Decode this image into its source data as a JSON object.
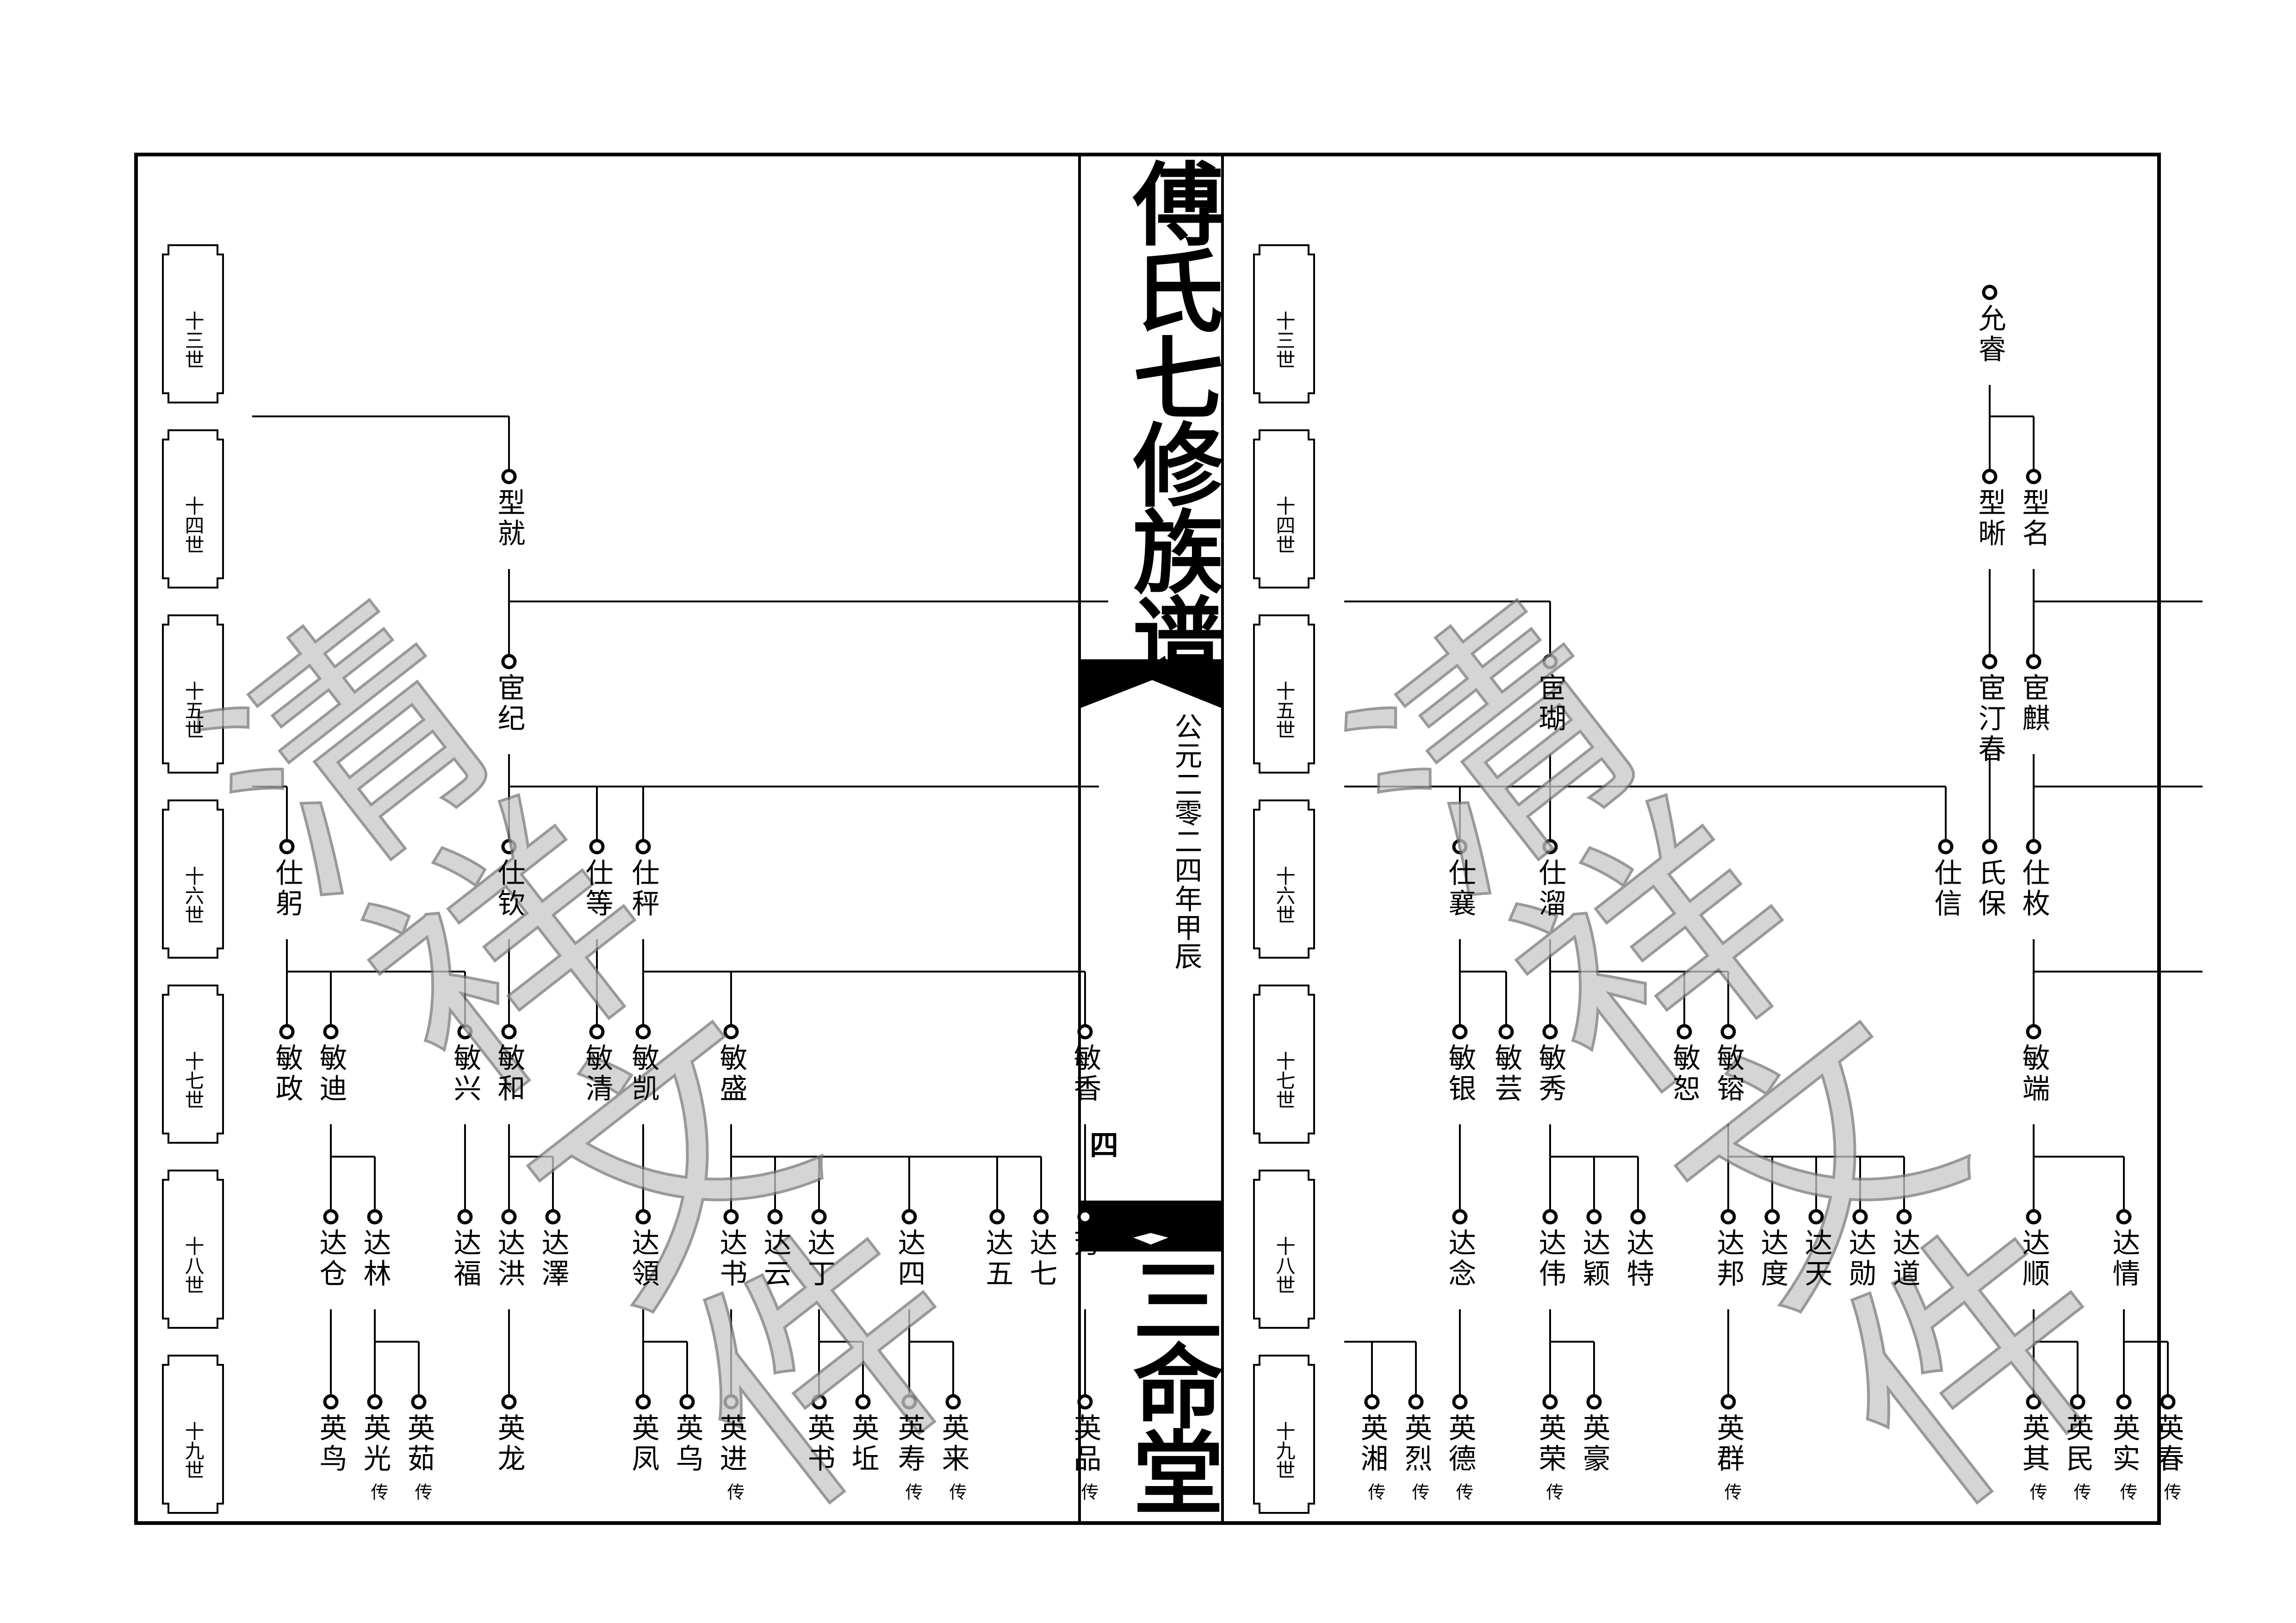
{
  "spine": {
    "title": "傅氏七修族谱",
    "date": "公元二零二四年甲辰",
    "page_number": "四",
    "hall": "三命堂"
  },
  "watermark": "清祥文件",
  "generations": [
    "十三世",
    "十四世",
    "十五世",
    "十六世",
    "十七世",
    "十八世",
    "十九世"
  ],
  "chuan_label": "传",
  "left_page": {
    "nodes": [
      {
        "id": "L14a",
        "name": "型就"
      },
      {
        "id": "L15a",
        "name": "宦纪"
      },
      {
        "id": "L16a",
        "name": "仕躬"
      },
      {
        "id": "L16b",
        "name": "仕钦"
      },
      {
        "id": "L16c",
        "name": "仕等"
      },
      {
        "id": "L16d",
        "name": "仕秤"
      },
      {
        "id": "L17a",
        "name": "敏政"
      },
      {
        "id": "L17b",
        "name": "敏迪"
      },
      {
        "id": "L17c",
        "name": "敏兴"
      },
      {
        "id": "L17d",
        "name": "敏和"
      },
      {
        "id": "L17e",
        "name": "敏清"
      },
      {
        "id": "L17f",
        "name": "敏凯"
      },
      {
        "id": "L17g",
        "name": "敏盛"
      },
      {
        "id": "L17h",
        "name": "敏香"
      },
      {
        "id": "L18a",
        "name": "达仓"
      },
      {
        "id": "L18b",
        "name": "达林"
      },
      {
        "id": "L18c",
        "name": "达福"
      },
      {
        "id": "L18d",
        "name": "达洪"
      },
      {
        "id": "L18e",
        "name": "达澤"
      },
      {
        "id": "L18f",
        "name": "达領"
      },
      {
        "id": "L18g",
        "name": "达书"
      },
      {
        "id": "L18h",
        "name": "达云"
      },
      {
        "id": "L18i",
        "name": "达丁"
      },
      {
        "id": "L18j",
        "name": "达四"
      },
      {
        "id": "L18k",
        "name": "达五"
      },
      {
        "id": "L18l",
        "name": "达七"
      },
      {
        "id": "L18m",
        "name": "芳"
      },
      {
        "id": "L19a",
        "name": "英鸟",
        "chuan": false
      },
      {
        "id": "L19b",
        "name": "英光",
        "chuan": true
      },
      {
        "id": "L19c",
        "name": "英茹",
        "chuan": true
      },
      {
        "id": "L19d",
        "name": "英龙",
        "chuan": false
      },
      {
        "id": "L19e",
        "name": "英凤",
        "chuan": false
      },
      {
        "id": "L19f",
        "name": "英乌",
        "chuan": false
      },
      {
        "id": "L19g",
        "name": "英进",
        "chuan": true
      },
      {
        "id": "L19h",
        "name": "英书",
        "chuan": false
      },
      {
        "id": "L19i",
        "name": "英坵",
        "chuan": false
      },
      {
        "id": "L19j",
        "name": "英寿",
        "chuan": true
      },
      {
        "id": "L19k",
        "name": "英来",
        "chuan": true
      },
      {
        "id": "L19l",
        "name": "英品",
        "chuan": true
      }
    ]
  },
  "right_page": {
    "nodes": [
      {
        "id": "R13a",
        "name": "允睿"
      },
      {
        "id": "R14a",
        "name": "型晰"
      },
      {
        "id": "R14b",
        "name": "型名"
      },
      {
        "id": "R15a",
        "name": "宦瑚"
      },
      {
        "id": "R15b",
        "name": "宦汀春"
      },
      {
        "id": "R15c",
        "name": "宦麒"
      },
      {
        "id": "R16a",
        "name": "仕襄"
      },
      {
        "id": "R16b",
        "name": "仕溜"
      },
      {
        "id": "R16c",
        "name": "仕信"
      },
      {
        "id": "R16d",
        "name": "氏保"
      },
      {
        "id": "R16e",
        "name": "仕枚"
      },
      {
        "id": "R17a",
        "name": "敏银"
      },
      {
        "id": "R17b",
        "name": "敏芸"
      },
      {
        "id": "R17c",
        "name": "敏秀"
      },
      {
        "id": "R17d",
        "name": "敏恕"
      },
      {
        "id": "R17e",
        "name": "敏镕"
      },
      {
        "id": "R17f",
        "name": "敏端"
      },
      {
        "id": "R18a",
        "name": "达念"
      },
      {
        "id": "R18b",
        "name": "达伟"
      },
      {
        "id": "R18c",
        "name": "达颖"
      },
      {
        "id": "R18d",
        "name": "达特"
      },
      {
        "id": "R18e",
        "name": "达邦"
      },
      {
        "id": "R18f",
        "name": "达度"
      },
      {
        "id": "R18g",
        "name": "达天"
      },
      {
        "id": "R18h",
        "name": "达勋"
      },
      {
        "id": "R18i",
        "name": "达道"
      },
      {
        "id": "R18j",
        "name": "达顺"
      },
      {
        "id": "R18k",
        "name": "达情"
      },
      {
        "id": "R19a",
        "name": "英湘",
        "chuan": true
      },
      {
        "id": "R19b",
        "name": "英烈",
        "chuan": true
      },
      {
        "id": "R19c",
        "name": "英德",
        "chuan": true
      },
      {
        "id": "R19d",
        "name": "英荣",
        "chuan": true
      },
      {
        "id": "R19e",
        "name": "英豪",
        "chuan": false
      },
      {
        "id": "R19f",
        "name": "英群",
        "chuan": true
      },
      {
        "id": "R19g",
        "name": "英其",
        "chuan": true
      },
      {
        "id": "R19h",
        "name": "英民",
        "chuan": true
      },
      {
        "id": "R19i",
        "name": "英实",
        "chuan": true
      },
      {
        "id": "R19j",
        "name": "英春",
        "chuan": true
      }
    ]
  }
}
